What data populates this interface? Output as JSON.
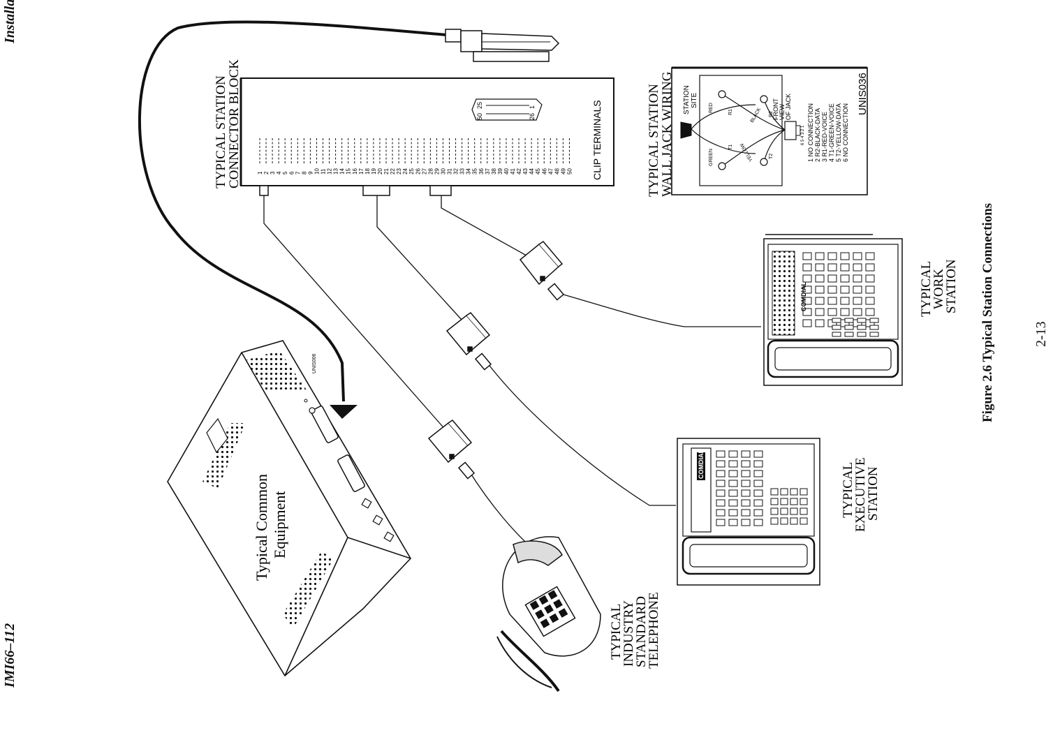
{
  "header": {
    "doc_id": "IMI66–112",
    "section": "Installa"
  },
  "page_number": "2-13",
  "figure_caption": "Figure 2.6 Typical Station Connections",
  "connector_block": {
    "title_line1": "TYPICAL STATION",
    "title_line2": "CONNECTOR BLOCK",
    "terminal_numbers": [
      "1",
      "2",
      "3",
      "4",
      "5",
      "6",
      "7",
      "8",
      "9",
      "10",
      "11",
      "12",
      "13",
      "14",
      "15",
      "16",
      "17",
      "18",
      "19",
      "20",
      "21",
      "22",
      "23",
      "24",
      "25",
      "26",
      "27",
      "28",
      "29",
      "30",
      "31",
      "32",
      "33",
      "34",
      "35",
      "36",
      "37",
      "38",
      "39",
      "40",
      "41",
      "42",
      "43",
      "44",
      "45",
      "46",
      "47",
      "48",
      "49",
      "50"
    ],
    "clip_label": "CLIP TERMINALS",
    "connector_pins": {
      "p25": "25",
      "p1": "1",
      "p50": "50",
      "p26": "26"
    }
  },
  "wall_jack": {
    "title_line1": "TYPICAL STATION",
    "title_line2": "WALL JACK WIRING",
    "station_site_1": "STATION",
    "station_site_2": "SITE",
    "wire_labels": {
      "red": "RED",
      "green": "GREEN",
      "black": "BLACK",
      "yellow": "YELLOW",
      "r1": "R1",
      "t1": "T1",
      "r2": "R2",
      "t2": "T2"
    },
    "front_view": [
      "FRONT",
      "VIEW",
      "OF JACK"
    ],
    "pin_row": "6 5 4 3 2 1",
    "legend": [
      "1 NO CONNECTION",
      "2 R2-BLACK-DATA",
      "3 R1-RED-VOICE",
      "4 T1-GREEN-VOICE",
      "5 T2-YELLOW-DATA",
      "6 NO CONNECTION"
    ],
    "code": "UNIS036"
  },
  "equipment": {
    "label_line1": "Typical Common",
    "label_line2": "Equipment",
    "code": "UNIS006"
  },
  "stations": {
    "work": [
      "TYPICAL",
      "WORK",
      "STATION"
    ],
    "executive": [
      "TYPICAL",
      "EXECUTIVE",
      "STATION"
    ],
    "industry": [
      "TYPICAL",
      "INDUSTRY",
      "STANDARD",
      "TELEPHONE"
    ],
    "comdial": "COMDIAL"
  },
  "colors": {
    "ink": "#111111",
    "paper": "#ffffff",
    "shade": "#555555"
  }
}
